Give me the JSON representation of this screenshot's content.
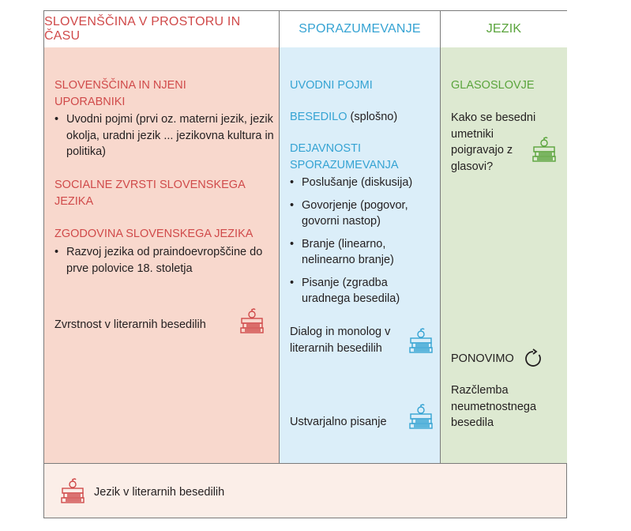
{
  "headers": {
    "col1": "SLOVENŠČINA V PROSTORU IN ČASU",
    "col2": "SPORAZUMEVANJE",
    "col3": "JEZIK"
  },
  "col1": {
    "s1_title": "SLOVENŠČINA IN NJENI UPORABNIKI",
    "s1_items": [
      "Uvodni pojmi (prvi oz. materni jezik, jezik okolja, uradni jezik ... jezikovna kultura in politika)"
    ],
    "s2_title": "SOCIALNE ZVRSTI SLOVENSKEGA JEZIKA",
    "s3_title": "ZGODOVINA SLOVENSKEGA JEZIKA",
    "s3_items": [
      "Razvoj jezika od praindoevropščine do prve polovice 18. stoletja"
    ],
    "lit": "Zvrstnost v literarnih besedilih"
  },
  "col2": {
    "t1": "UVODNI POJMI",
    "t2": "BESEDILO",
    "t2_suffix": " (splošno)",
    "t3": "DEJAVNOSTI SPORAZUMEVANJA",
    "items": [
      "Poslušanje (diskusija)",
      "Govorjenje (pogovor, govorni nastop)",
      "Branje (linearno, nelinearno branje)",
      "Pisanje (zgradba uradnega besedila)"
    ],
    "lit1": "Dialog in monolog v literarnih besedilih",
    "lit2": "Ustvarjalno pisanje"
  },
  "col3": {
    "t1": "GLASOSLOVJE",
    "q": "Kako se besedni umetniki poigravajo z glasovi?",
    "t2": "PONOVIMO",
    "r": "Razčlemba neumetnostnega besedila"
  },
  "footer": {
    "text": "Jezik v literarnih besedilih"
  },
  "colors": {
    "red": "#d04a4a",
    "blue": "#35a3d3",
    "green": "#5aa43c"
  },
  "icons": [
    "books-apple-icon",
    "refresh-icon"
  ]
}
